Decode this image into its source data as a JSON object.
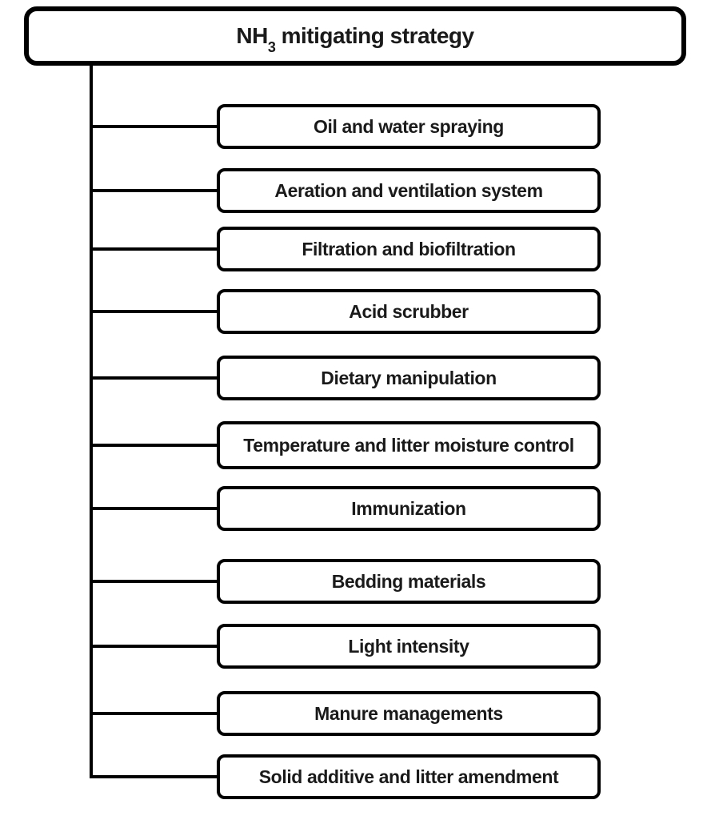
{
  "root": {
    "label_main": "NH",
    "label_sub": "3",
    "label_rest": " mitigating strategy"
  },
  "nodes": [
    {
      "label": "Oil and water spraying"
    },
    {
      "label": "Aeration and ventilation system"
    },
    {
      "label": "Filtration and biofiltration"
    },
    {
      "label": "Acid scrubber"
    },
    {
      "label": "Dietary manipulation"
    },
    {
      "label": "Temperature and litter moisture control"
    },
    {
      "label": "Immunization"
    },
    {
      "label": "Bedding materials"
    },
    {
      "label": "Light intensity"
    },
    {
      "label": "Manure managements"
    },
    {
      "label": "Solid additive and litter amendment"
    }
  ],
  "colors": {
    "line": "#000000",
    "background": "#ffffff",
    "box_fill": "#ffffff",
    "text": "#1a1a1a"
  }
}
